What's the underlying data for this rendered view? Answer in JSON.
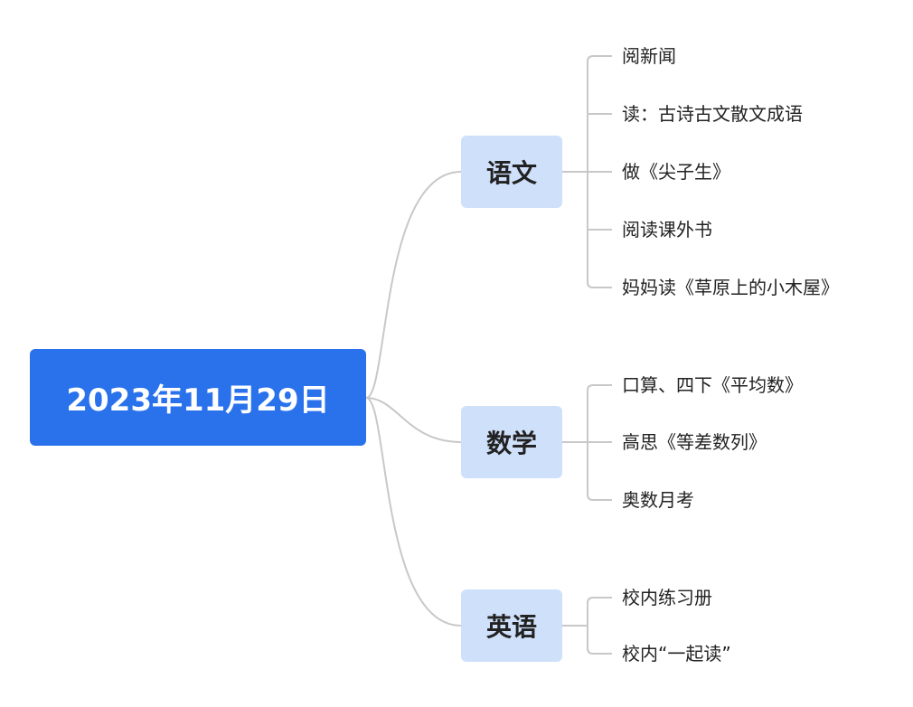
{
  "root": {
    "label": "2023年11月29日",
    "color": "#2a72ec"
  },
  "branches": [
    {
      "label": "语文",
      "leaves": [
        "阅新闻",
        "读：古诗古文散文成语",
        "做《尖子生》",
        "阅读课外书",
        "妈妈读《草原上的小木屋》"
      ]
    },
    {
      "label": "数学",
      "leaves": [
        "口算、四下《平均数》",
        "高思《等差数列》",
        "奥数月考"
      ]
    },
    {
      "label": "英语",
      "leaves": [
        "校内练习册",
        "校内“一起读”"
      ]
    }
  ],
  "colors": {
    "branch_fill": "#cfe0fb",
    "connector": "#c8c8c8",
    "text": "#222222"
  }
}
